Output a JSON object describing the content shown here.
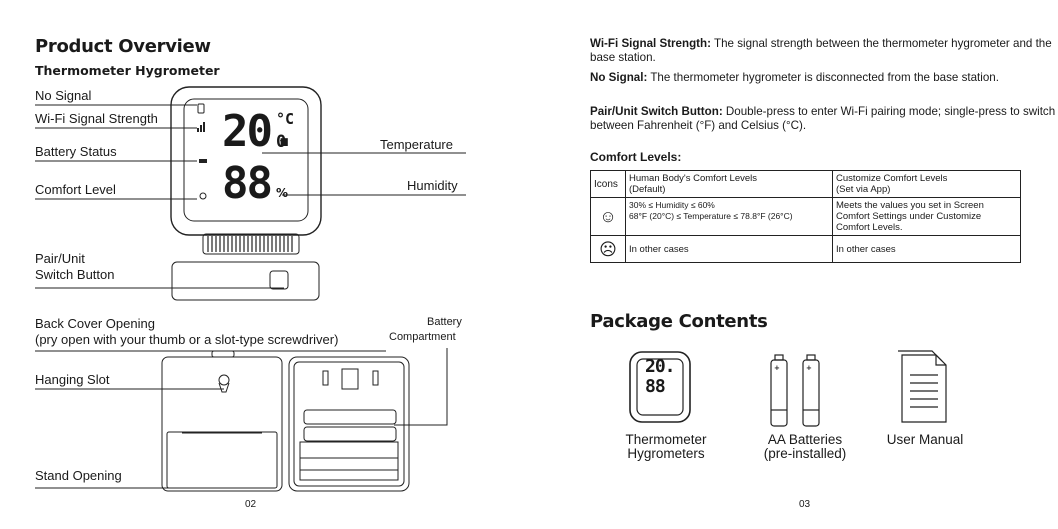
{
  "left": {
    "title": "Product Overview",
    "subtitle": "Thermometer Hygrometer",
    "labels": {
      "no_signal": "No Signal",
      "wifi_strength": "Wi-Fi Signal Strength",
      "battery_status": "Battery Status",
      "comfort_level": "Comfort Level",
      "temperature": "Temperature",
      "humidity": "Humidity",
      "pair_unit_1": "Pair/Unit",
      "pair_unit_2": "Switch Button",
      "back_cover_1": "Back Cover Opening",
      "back_cover_2": "(pry open with your thumb or a slot-type screwdriver)",
      "battery_comp_1": "Battery",
      "battery_comp_2": "Compartment",
      "hanging_slot": "Hanging Slot",
      "stand_opening": "Stand Opening"
    },
    "display": {
      "temp": "20.",
      "temp_unit": "°C",
      "temp_dec": "0",
      "hum": "88",
      "hum_unit": "%"
    },
    "page_number": "02"
  },
  "right": {
    "para1_bold": "Wi-Fi Signal Strength:",
    "para1_text": " The signal strength between the thermometer hygrometer and the base station.",
    "para2_bold": "No Signal:",
    "para2_text": " The thermometer hygrometer is disconnected from the base station.",
    "para3_bold": "Pair/Unit Switch Button:",
    "para3_text": " Double-press to enter Wi-Fi pairing mode; single-press to switch between Fahrenheit (°F) and Celsius (°C).",
    "comfort_title": "Comfort Levels:",
    "table": {
      "h_icons": "Icons",
      "h_col2_1": "Human Body's Comfort Levels",
      "h_col2_2": "(Default)",
      "h_col3_1": "Customize Comfort Levels",
      "h_col3_2": "(Set via App)",
      "r1_c2_1": "30% ≤ Humidity ≤ 60%",
      "r1_c2_2": "68°F (20°C) ≤ Temperature ≤ 78.8°F (26°C)",
      "r1_c3_1": "Meets the values you set in Screen",
      "r1_c3_2": "Comfort Settings under Customize",
      "r1_c3_3": "Comfort Levels.",
      "r2_c2": "In other cases",
      "r2_c3": "In other cases"
    },
    "package_title": "Package Contents",
    "items": {
      "i1_1": "Thermometer",
      "i1_2": "Hygrometers",
      "i2_1": "AA Batteries",
      "i2_2": "(pre-installed)",
      "i3_1": "User Manual"
    },
    "mini_display": {
      "temp": "20.",
      "hum": "88"
    },
    "page_number": "03"
  }
}
